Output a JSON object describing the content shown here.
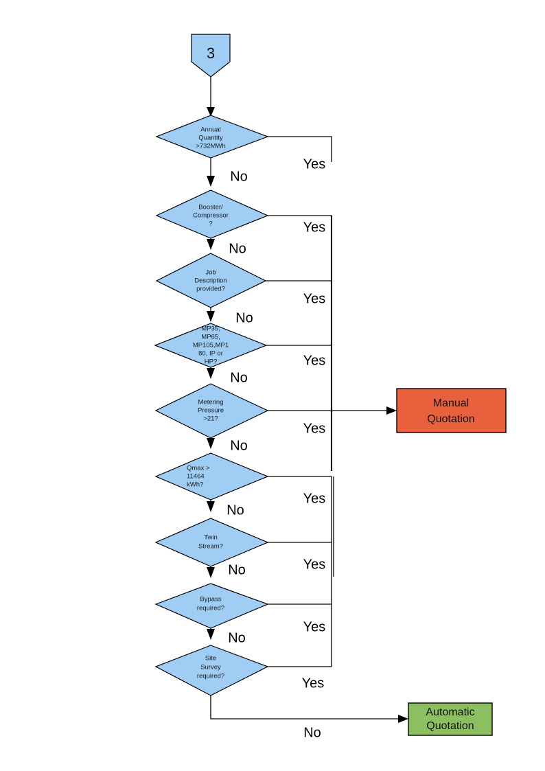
{
  "diagram": {
    "title": "Gas Connection Quotation Decision Flowchart",
    "type": "flowchart",
    "background_color": "#ffffff",
    "colors": {
      "decision_fill": "#9fcdf4",
      "connector_fill": "#9fcdf4",
      "manual_fill": "#e8603c",
      "automatic_fill": "#8cbf60",
      "stroke": "#000000"
    }
  },
  "start_connector": {
    "name": "off-page-connector-3",
    "label": "3",
    "shape": "pentagon-down",
    "fill": "#9fcdf4"
  },
  "decisions": [
    {
      "id": "annual-quantity",
      "lines": [
        "Annual",
        "Quantity",
        ">732MWh"
      ],
      "align": "center",
      "yes_label": "Yes",
      "no_label": "No"
    },
    {
      "id": "booster-compressor",
      "lines": [
        "Booster/",
        "Compressor",
        "?"
      ],
      "align": "center",
      "yes_label": "Yes",
      "no_label": "No"
    },
    {
      "id": "job-description",
      "lines": [
        "Job",
        "Description",
        "provided?"
      ],
      "align": "center",
      "yes_label": "Yes",
      "no_label": "No"
    },
    {
      "id": "meter-type",
      "lines": [
        "MP35,",
        "MP65,",
        "MP105,MP1",
        "80, IP or",
        "HP?"
      ],
      "align": "center",
      "yes_label": "Yes",
      "no_label": "No"
    },
    {
      "id": "metering-pressure",
      "lines": [
        "Metering",
        "Pressure",
        ">21?"
      ],
      "align": "center",
      "yes_label": "Yes",
      "no_label": "No"
    },
    {
      "id": "qmax",
      "lines": [
        "Qmax >",
        "11464",
        "kWh?"
      ],
      "align": "left",
      "yes_label": "Yes",
      "no_label": "No"
    },
    {
      "id": "twin-stream",
      "lines": [
        "Twin",
        "Stream?"
      ],
      "align": "center",
      "yes_label": "Yes",
      "no_label": "No"
    },
    {
      "id": "bypass",
      "lines": [
        "Bypass",
        "required?"
      ],
      "align": "center",
      "yes_label": "Yes",
      "no_label": "No"
    },
    {
      "id": "site-survey",
      "lines": [
        "Site",
        "Survey",
        "required?"
      ],
      "align": "center",
      "yes_label": "Yes",
      "no_label": "No"
    }
  ],
  "terminals": {
    "manual": {
      "id": "manual-quotation",
      "lines": [
        "Manual",
        "Quotation"
      ],
      "fill": "#e8603c"
    },
    "automatic": {
      "id": "automatic-quotation",
      "lines": [
        "Automatic",
        "Quotation"
      ],
      "fill": "#8cbf60"
    }
  },
  "final_no_label": "No",
  "labels": {
    "yes": "Yes",
    "no": "No"
  }
}
